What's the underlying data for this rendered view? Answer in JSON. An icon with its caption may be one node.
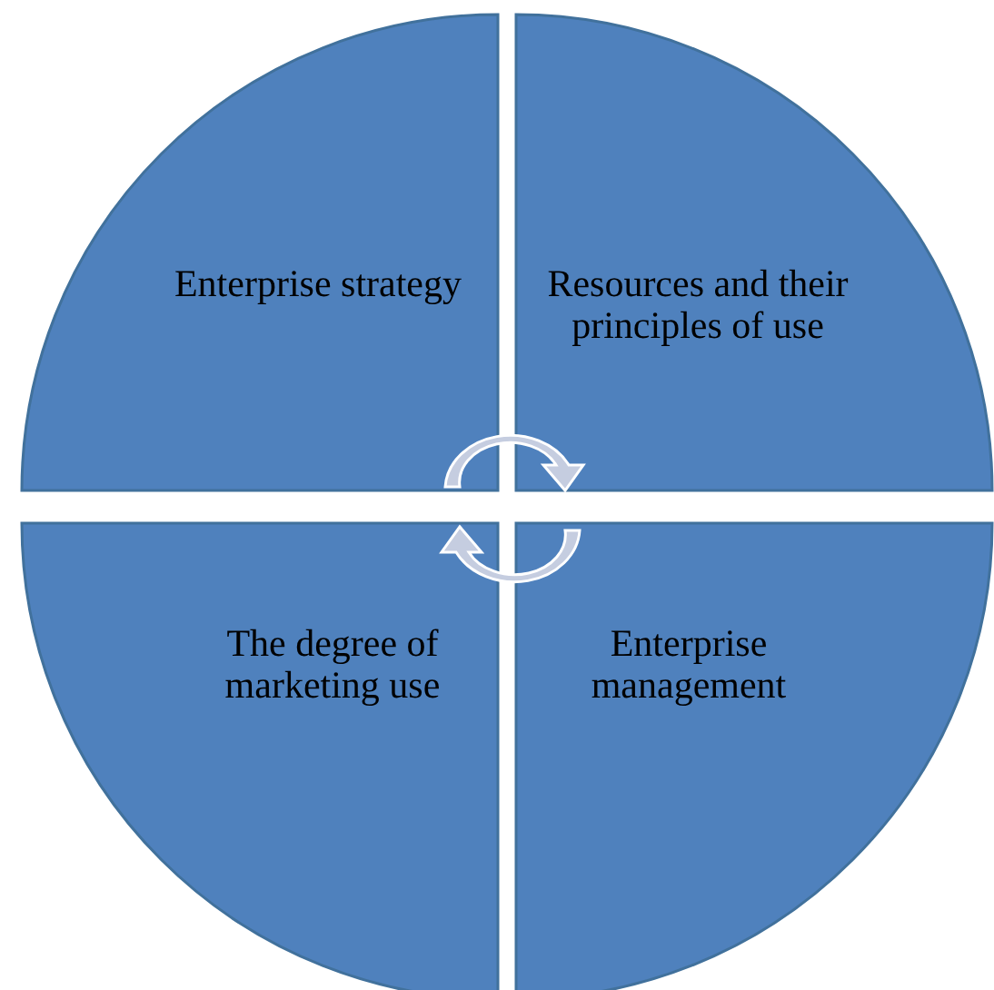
{
  "diagram": {
    "nodes": [
      {
        "text": [
          "Enterprise strategy"
        ]
      },
      {
        "text": [
          "Resources and their principles of use"
        ]
      },
      {
        "text": [
          "The degree of marketing use"
        ]
      },
      {
        "text": [
          "Enterprise management"
        ]
      }
    ]
  }
}
